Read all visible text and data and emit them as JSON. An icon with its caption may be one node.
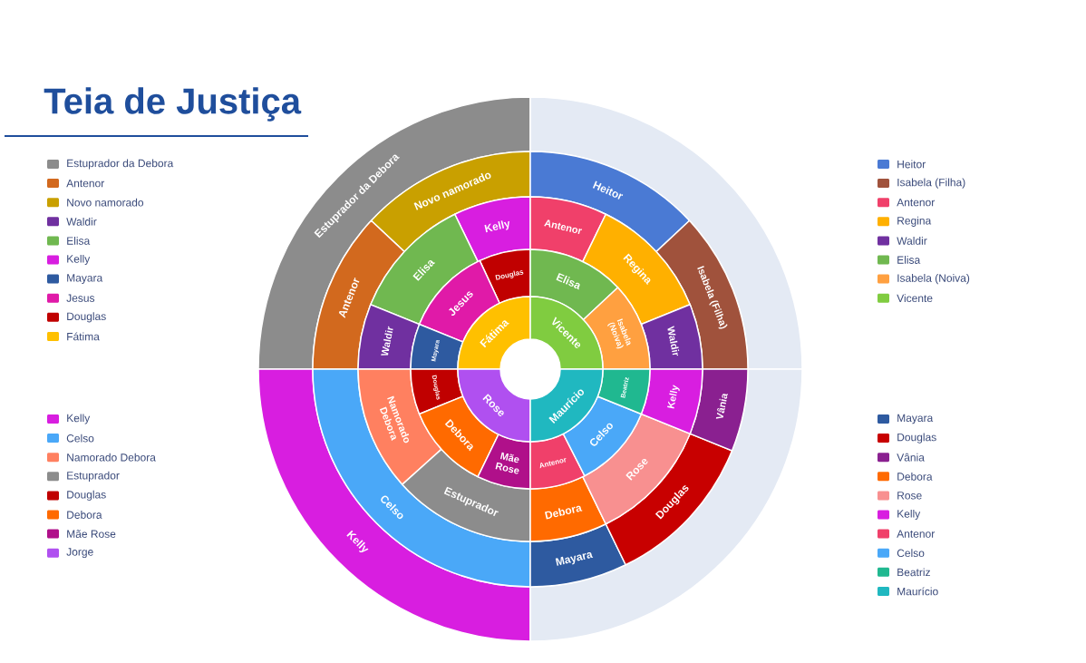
{
  "diagram": {
    "title": "Teia de Justiça",
    "nodes": [
      {
        "text": [
          "Estuprador da Debora"
        ]
      },
      {
        "text": [
          "Novo namorado"
        ]
      },
      {
        "text": [
          "Antenor"
        ]
      },
      {
        "text": [
          "Kelly"
        ]
      },
      {
        "text": [
          "Elisa"
        ]
      },
      {
        "text": [
          "Waldir"
        ]
      },
      {
        "text": [
          "Douglas"
        ]
      },
      {
        "text": [
          "Jesus"
        ]
      },
      {
        "text": [
          "Mayara"
        ]
      },
      {
        "text": [
          "Fátima"
        ]
      },
      {
        "text": [],
        "shape": "sector"
      },
      {
        "text": [
          "Heitor"
        ]
      },
      {
        "text": [
          "Isabela (Filha)"
        ]
      },
      {
        "text": [
          "Antenor"
        ]
      },
      {
        "text": [
          "Regina"
        ]
      },
      {
        "text": [
          "Waldir"
        ]
      },
      {
        "text": [
          "Elisa"
        ]
      },
      {
        "text": [
          "Isabela (Noiva)"
        ]
      },
      {
        "text": [
          "Vicente"
        ]
      },
      {
        "text": [
          "Kelly"
        ]
      },
      {
        "text": [
          "Celso"
        ]
      },
      {
        "text": [
          "Namorado Debora"
        ]
      },
      {
        "text": [
          "Estuprador"
        ]
      },
      {
        "text": [
          "Douglas"
        ]
      },
      {
        "text": [
          "Debora"
        ]
      },
      {
        "text": [
          "Mãe Rose"
        ]
      },
      {
        "text": [
          "Rose"
        ]
      },
      {
        "text": [],
        "shape": "sector"
      },
      {
        "text": [
          "Mayara"
        ]
      },
      {
        "text": [
          "Douglas"
        ]
      },
      {
        "text": [
          "Vânia"
        ]
      },
      {
        "text": [
          "Debora"
        ]
      },
      {
        "text": [
          "Rose"
        ]
      },
      {
        "text": [
          "Kelly"
        ]
      },
      {
        "text": [
          "Antenor"
        ]
      },
      {
        "text": [
          "Celso"
        ]
      },
      {
        "text": [
          "Beatriz"
        ]
      },
      {
        "text": [
          "Maurício"
        ]
      }
    ],
    "legend": [
      {
        "text": "Estuprador da Debora",
        "color": "#8c8c8c"
      },
      {
        "text": "Antenor",
        "color": "#d2691e"
      },
      {
        "text": "Novo namorado",
        "color": "#c9a000"
      },
      {
        "text": "Waldir",
        "color": "#7030a0"
      },
      {
        "text": "Elisa",
        "color": "#70b850"
      },
      {
        "text": "Kelly",
        "color": "#d81ee0"
      },
      {
        "text": "Mayara",
        "color": "#2e5aa0"
      },
      {
        "text": "Jesus",
        "color": "#e01aa8"
      },
      {
        "text": "Douglas",
        "color": "#c00000"
      },
      {
        "text": "Fátima",
        "color": "#ffc000"
      },
      {
        "text": "Heitor",
        "color": "#4a7ad4"
      },
      {
        "text": "Isabela (Filha)",
        "color": "#a0523c"
      },
      {
        "text": "Antenor",
        "color": "#f0406a"
      },
      {
        "text": "Regina",
        "color": "#ffb000"
      },
      {
        "text": "Waldir",
        "color": "#7030a0"
      },
      {
        "text": "Elisa",
        "color": "#70b850"
      },
      {
        "text": "Isabela (Noiva)",
        "color": "#ffa040"
      },
      {
        "text": "Vicente",
        "color": "#80cc40"
      },
      {
        "text": "Kelly",
        "color": "#d81ee0"
      },
      {
        "text": "Celso",
        "color": "#4aa8f8"
      },
      {
        "text": "Namorado Debora",
        "color": "#ff8060"
      },
      {
        "text": "Estuprador",
        "color": "#8c8c8c"
      },
      {
        "text": "Douglas",
        "color": "#c00000"
      },
      {
        "text": "Debora",
        "color": "#ff6a00"
      },
      {
        "text": "Mãe Rose",
        "color": "#b0108a"
      },
      {
        "text": "Jorge",
        "color": "#b050f0"
      },
      {
        "text": "Mayara",
        "color": "#2e5aa0"
      },
      {
        "text": "Douglas",
        "color": "#c80000"
      },
      {
        "text": "Vânia",
        "color": "#8a2090"
      },
      {
        "text": "Debora",
        "color": "#ff6a00"
      },
      {
        "text": "Rose",
        "color": "#f89090"
      },
      {
        "text": "Kelly",
        "color": "#d81ee0"
      },
      {
        "text": "Antenor",
        "color": "#f0406a"
      },
      {
        "text": "Celso",
        "color": "#4aa8f8"
      },
      {
        "text": "Beatriz",
        "color": "#20b890"
      },
      {
        "text": "Maurício",
        "color": "#20b8c0"
      }
    ]
  }
}
